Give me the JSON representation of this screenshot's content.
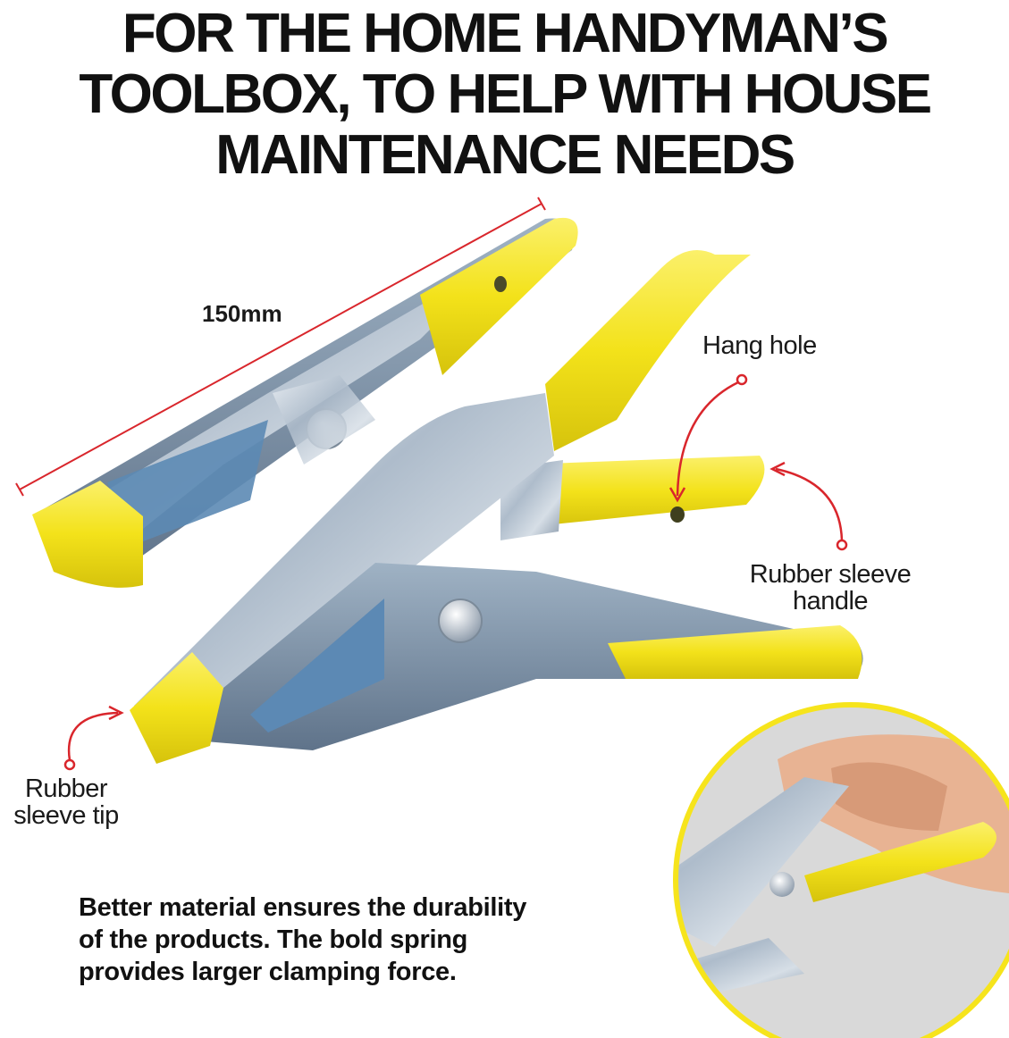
{
  "headline": {
    "lines": [
      "FOR THE HOME HANDYMAN’S",
      "TOOLBOX, TO HELP WITH HOUSE",
      "MAINTENANCE NEEDS"
    ]
  },
  "callouts": {
    "dimension": "150mm",
    "hang_hole": "Hang hole",
    "handle": [
      "Rubber sleeve",
      "handle"
    ],
    "tip": [
      "Rubber",
      "sleeve tip"
    ]
  },
  "description": {
    "lines": [
      "Better material ensures the durability",
      "of the products. The bold spring",
      "provides larger clamping force."
    ]
  },
  "colors": {
    "accent_yellow": "#f6e41c",
    "callout_red": "#d9262c",
    "metal": "#b9c7d6",
    "text": "#111111"
  }
}
